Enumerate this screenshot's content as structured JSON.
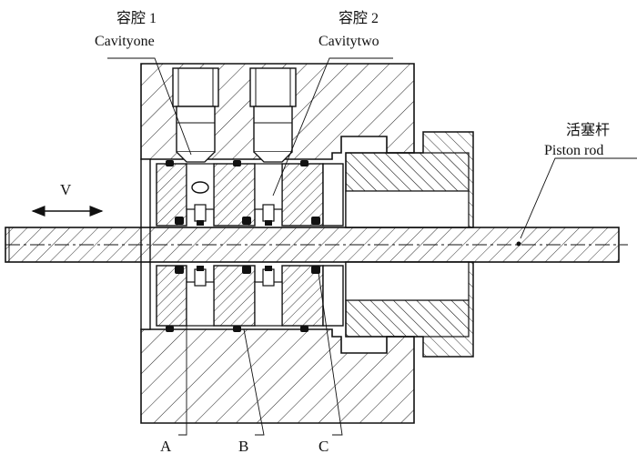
{
  "labels": {
    "cavity1_cn": "容腔 1",
    "cavity1_en": "Cavityone",
    "cavity2_cn": "容腔 2",
    "cavity2_en": "Cavitytwo",
    "piston_rod_cn": "活塞杆",
    "piston_rod_en": "Piston rod",
    "velocity": "V",
    "point_a": "A",
    "point_b": "B",
    "point_c": "C"
  },
  "colors": {
    "line": "#111111",
    "hatch": "#222222",
    "background": "#ffffff"
  }
}
